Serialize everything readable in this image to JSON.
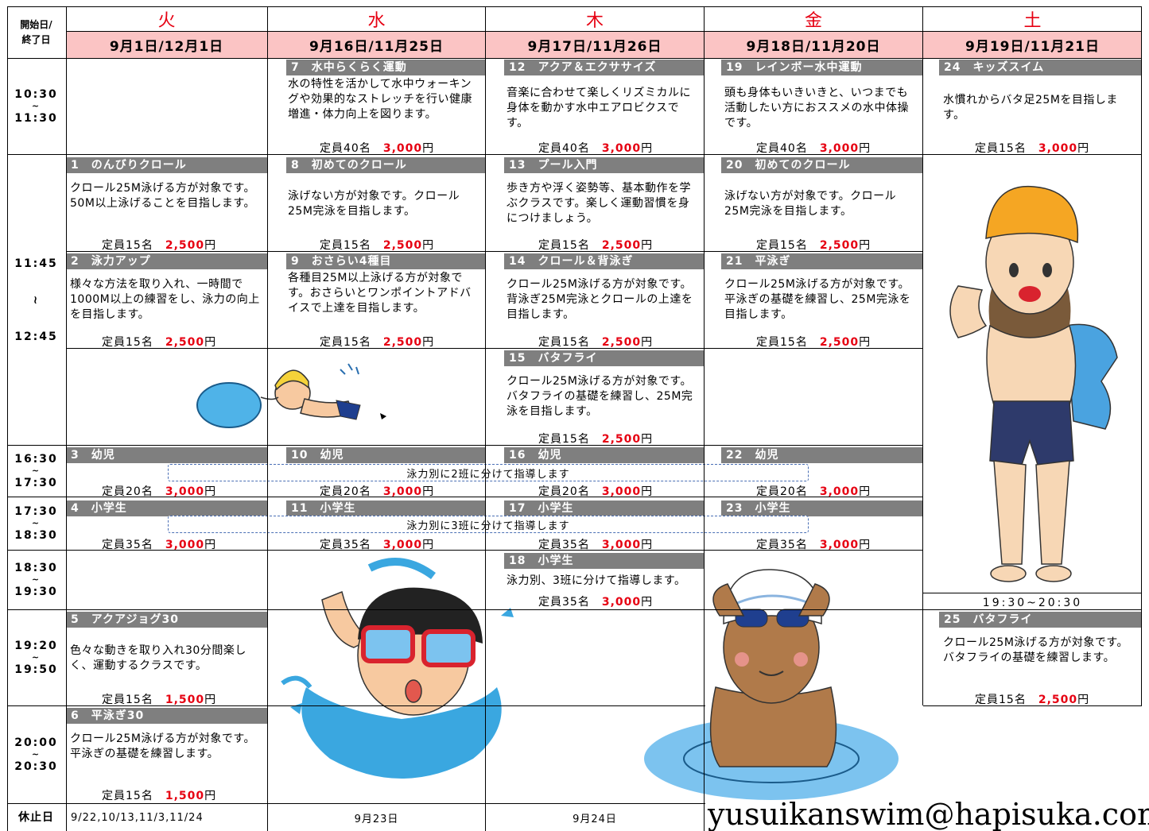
{
  "header": {
    "corner_line1": "開始日/",
    "corner_line2": "終了日",
    "days": [
      {
        "day": "火",
        "dates": "9月1日/12月1日"
      },
      {
        "day": "水",
        "dates": "9月16日/11月25日"
      },
      {
        "day": "木",
        "dates": "9月17日/11月26日"
      },
      {
        "day": "金",
        "dates": "9月18日/11月20日"
      },
      {
        "day": "土",
        "dates": "9月19日/11月21日"
      }
    ]
  },
  "times": {
    "t1": {
      "start": "10:30",
      "sep": "~",
      "end": "11:30"
    },
    "t2": {
      "start": "11:45",
      "sep": "≀",
      "end": "12:45"
    },
    "t3": {
      "start": "16:30",
      "sep": "~",
      "end": "17:30"
    },
    "t4": {
      "start": "17:30",
      "sep": "~",
      "end": "18:30"
    },
    "t5": {
      "start": "18:30",
      "sep": "~",
      "end": "19:30"
    },
    "t6": {
      "start": "19:20",
      "sep": "~",
      "end": "19:50"
    },
    "t7": {
      "start": "20:00",
      "sep": "~",
      "end": "20:30"
    }
  },
  "capacity_label": "定員",
  "yen": "円",
  "classes": {
    "c1": {
      "title": "1　のんびりクロール",
      "desc": "クロール25M泳げる方が対象です。50M以上泳げることを目指します。",
      "cap": "15名",
      "price": "2,500"
    },
    "c2": {
      "title": "2　泳力アップ",
      "desc": "様々な方法を取り入れ、一時間で1000M以上の練習をし、泳力の向上を目指します。",
      "cap": "15名",
      "price": "2,500"
    },
    "c3": {
      "title": "3　幼児",
      "cap": "20名",
      "price": "3,000"
    },
    "c4": {
      "title": "4　小学生",
      "cap": "35名",
      "price": "3,000"
    },
    "c5": {
      "title": "5　アクアジョグ30",
      "desc": "色々な動きを取り入れ30分間楽しく、運動するクラスです。",
      "cap": "15名",
      "price": "1,500"
    },
    "c6": {
      "title": "6　平泳ぎ30",
      "desc": "クロール25M泳げる方が対象です。平泳ぎの基礎を練習します。",
      "cap": "15名",
      "price": "1,500"
    },
    "c7": {
      "title": "7　水中らくらく運動",
      "desc": "水の特性を活かして水中ウォーキングや効果的なストレッチを行い健康増進・体力向上を図ります。",
      "cap": "40名",
      "price": "3,000"
    },
    "c8": {
      "title": "8　初めてのクロール",
      "desc": "泳げない方が対象です。クロール25M完泳を目指します。",
      "cap": "15名",
      "price": "2,500"
    },
    "c9": {
      "title": "9　おさらい4種目",
      "desc": "各種目25M以上泳げる方が対象です。おさらいとワンポイントアドバイスで上達を目指します。",
      "cap": "15名",
      "price": "2,500"
    },
    "c10": {
      "title": "10　幼児",
      "cap": "20名",
      "price": "3,000"
    },
    "c11": {
      "title": "11　小学生",
      "cap": "35名",
      "price": "3,000"
    },
    "c12": {
      "title": "12　アクア＆エクササイズ",
      "desc": "音楽に合わせて楽しくリズミカルに身体を動かす水中エアロビクスです。",
      "cap": "40名",
      "price": "3,000"
    },
    "c13": {
      "title": "13　プール入門",
      "desc": "歩き方や浮く姿勢等、基本動作を学ぶクラスです。楽しく運動習慣を身につけましょう。",
      "cap": "15名",
      "price": "2,500"
    },
    "c14": {
      "title": "14　クロール＆背泳ぎ",
      "desc": "クロール25M泳げる方が対象です。　背泳ぎ25M完泳とクロールの上達を目指します。",
      "cap": "15名",
      "price": "2,500"
    },
    "c15": {
      "title": "15　バタフライ",
      "desc": "クロール25M泳げる方が対象です。バタフライの基礎を練習し、25M完泳を目指します。",
      "cap": "15名",
      "price": "2,500"
    },
    "c16": {
      "title": "16　幼児",
      "cap": "20名",
      "price": "3,000"
    },
    "c17": {
      "title": "17　小学生",
      "cap": "35名",
      "price": "3,000"
    },
    "c18": {
      "title": "18　小学生",
      "desc": "泳力別、3班に分けて指導します。",
      "cap": "35名",
      "price": "3,000"
    },
    "c19": {
      "title": "19　レインボー水中運動",
      "desc": "頭も身体もいきいきと、いつまでも活動したい方におススメの水中体操です。",
      "cap": "40名",
      "price": "3,000"
    },
    "c20": {
      "title": "20　初めてのクロール",
      "desc": "泳げない方が対象です。クロール25M完泳を目指します。",
      "cap": "15名",
      "price": "2,500"
    },
    "c21": {
      "title": "21　平泳ぎ",
      "desc": "クロール25M泳げる方が対象です。平泳ぎの基礎を練習し、25M完泳を目指します。",
      "cap": "15名",
      "price": "2,500"
    },
    "c22": {
      "title": "22　幼児",
      "cap": "20名",
      "price": "3,000"
    },
    "c23": {
      "title": "23　小学生",
      "cap": "35名",
      "price": "3,000"
    },
    "c24": {
      "title": "24　キッズスイム",
      "desc": "水慣れからバタ足25Mを目指します。",
      "cap": "15名",
      "price": "3,000"
    },
    "c25": {
      "title": "25　バタフライ",
      "desc": "クロール25M泳げる方が対象です。バタフライの基礎を練習します。",
      "cap": "15名",
      "price": "2,500"
    }
  },
  "notes": {
    "infant": "泳力別に2班に分けて指導します",
    "elementary": "泳力別に3班に分けて指導します"
  },
  "sat_time": "19:30~20:30",
  "holidays": {
    "label": "休止日",
    "tue": "9/22,10/13,11/3,11/24",
    "wed": "9月23日",
    "thu": "9月24日"
  },
  "email": "yusuikanswim@hapisuka.com",
  "colors": {
    "day_red": "#e60012",
    "date_pink": "#fbc4c4",
    "title_gray": "#7f7f7f",
    "price_red": "#e60012"
  }
}
